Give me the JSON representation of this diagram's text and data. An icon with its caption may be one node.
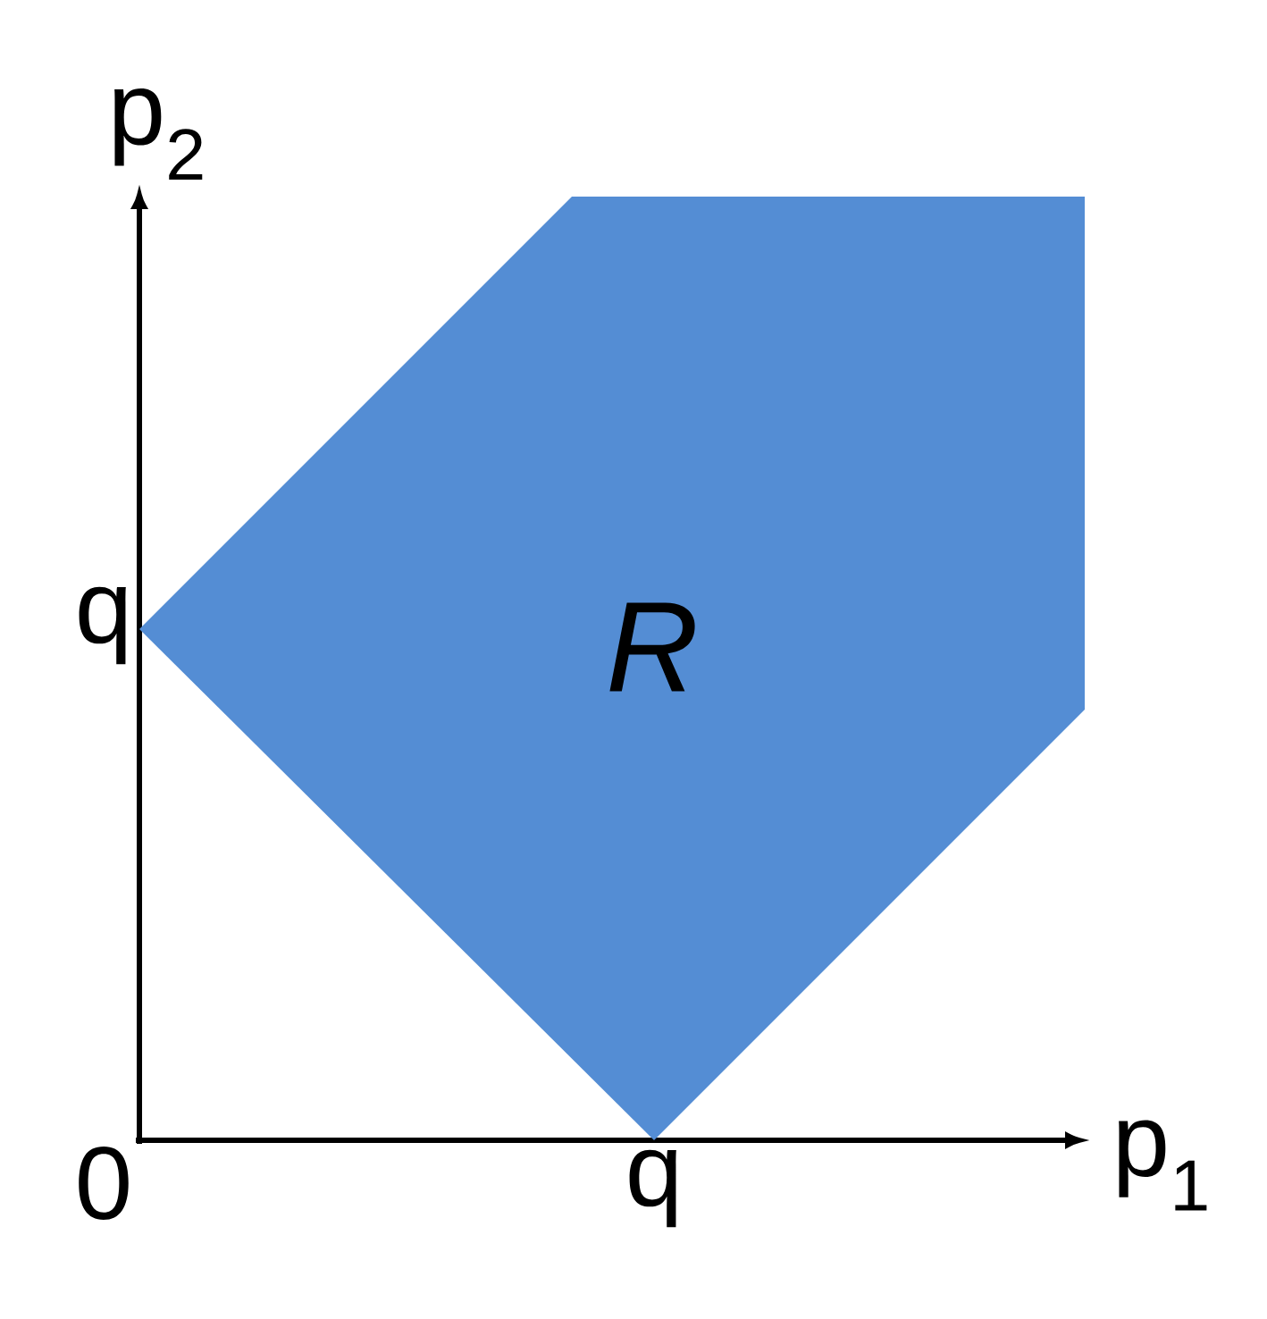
{
  "diagram": {
    "nodes": [
      {
        "text": [
          "R"
        ]
      }
    ],
    "labels": [
      "p$_{2}$",
      "q",
      "p$_{1}$",
      "0",
      "q"
    ]
  }
}
